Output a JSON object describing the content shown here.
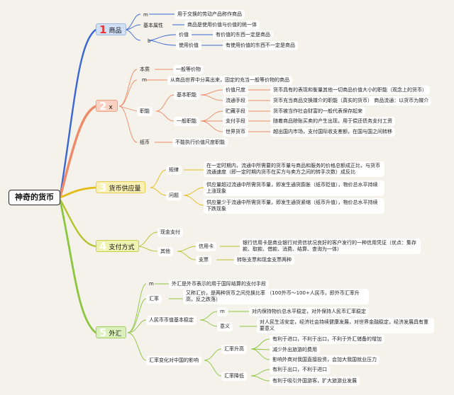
{
  "root": "神奇的货币",
  "colors": {
    "blue": "#3a67d4",
    "salmon": "#ee8a68",
    "yellow": "#e2bd18",
    "olive": "#b7c12a",
    "green": "#8cc63f"
  },
  "b1": {
    "num": "1",
    "label": "商品",
    "m": "m",
    "m_text": "用于交换的劳动产品称作商品",
    "attr": "基本属性",
    "attr_text": "商品是使用价值与价值的统一体",
    "b": "b",
    "value": "价值",
    "value_text": "有价值的东西一定是商品",
    "use": "使用价值",
    "use_text": "有使用价值的东西不一定是商品"
  },
  "b2": {
    "num": "2",
    "suffix": "x",
    "essence": "本质",
    "essence_text": "一般等价物",
    "m": "m",
    "m_text": "从商品世界中分离出来，固定的充当一般等价物的商品",
    "func": "职能",
    "basic": "基本职能",
    "measure": "价值尺度",
    "measure_text": "货币具有的表现和衡量其他一切商品价值大小的职能（观念上的货币）",
    "circulate": "流通手段",
    "circulate_text": "货币充当商品交换媒介的职能（真实的货币）  商品流通：以货币为媒介",
    "general": "一般职能",
    "store": "贮藏手段",
    "store_text": "货币被当作社会财富的一般代表保存起来",
    "pay": "支付手段",
    "pay_text": "随着商品赊账买卖的产生出现，用于偿还债务支付工资",
    "world": "世界货币",
    "world_text": "越出国内市场，支付国际收支差额，在国与国之间转移",
    "paper": "纸币",
    "paper_text": "不能执行价值尺度职能"
  },
  "b3": {
    "num": "3",
    "label": "货币供应量",
    "law": "规律",
    "law_text": "在一定时期内，流通中所需要的货币量与商品和服务的价格总额成正比，与货币流通速度（即一定时期内货币在买方与卖方之间的转手次数）成反比",
    "problem": "问题",
    "p1": "供应量超过流通中所需货币量，即发生通货膨胀（纸币贬值），物价总水平持续上涨现象",
    "p2": "供应量少于流通中所需货币量，即发生通货紧缩（纸币升值），物价总水平持续下跌现象"
  },
  "b4": {
    "num": "4",
    "label": "支付方式",
    "cash": "现金支付",
    "other": "其他",
    "card": "信用卡",
    "card_text": "银行信用卡是商业银行对资信状况良好的客户发行的一种信用凭证（优点：集存款、取款、借款、消费、结算、查询为一体）",
    "check": "支票",
    "check_text": "转账支票和现金支票两种"
  },
  "b5": {
    "num": "5",
    "label": "外汇",
    "m": "m",
    "m_text": "外汇是外币表示的用于国际结算的支付手段",
    "rate": "汇率",
    "rate_text": "又称汇价，是两种货币之间兑换比率 （100外币～100+人民币，即外币汇率升高，反之跌落）",
    "rmb": "人民币币值基本稳定",
    "rm": "m",
    "rm_text": "对内保持物价总水平稳定，对外保持人民币汇率稳定",
    "meaning": "意义",
    "meaning_text": "对人民生活安定，经济社会持续健康发展，对世界金融稳定，经济发展具有重要意义",
    "impact": "汇率变化对中国的影响",
    "up": "汇率升高",
    "up1": "有利于进口，不利于出口，不利于外汇储备的增加",
    "up2": "减少外出旅游的费用",
    "up3": "影响外商对我国直接投资，会加大我国就业压力",
    "down": "汇率降低",
    "down1": "有利于出口，不利于进口",
    "down2": "有利于吸引外国游客，扩大旅游业发展"
  }
}
